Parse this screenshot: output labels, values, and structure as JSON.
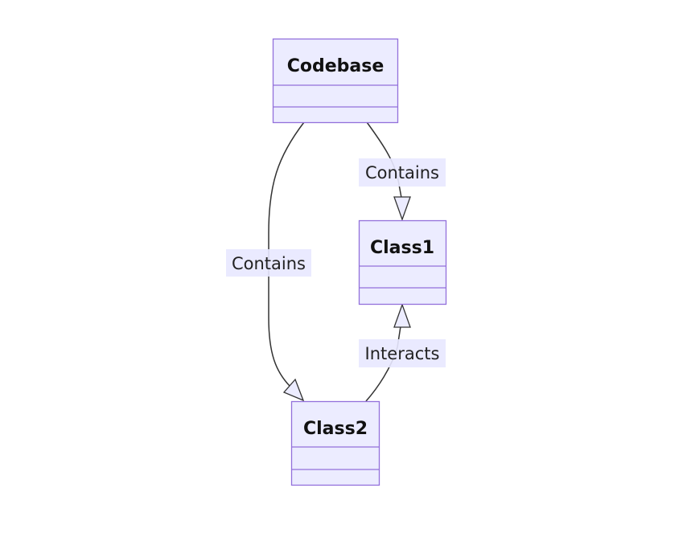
{
  "diagram": {
    "type": "class-diagram",
    "classes": [
      {
        "id": "codebase",
        "name": "Codebase",
        "attributes": [],
        "methods": []
      },
      {
        "id": "class1",
        "name": "Class1",
        "attributes": [],
        "methods": []
      },
      {
        "id": "class2",
        "name": "Class2",
        "attributes": [],
        "methods": []
      }
    ],
    "relations": [
      {
        "from": "Codebase",
        "to": "Class1",
        "label": "Contains",
        "arrow": "hollow-triangle"
      },
      {
        "from": "Codebase",
        "to": "Class2",
        "label": "Contains",
        "arrow": "hollow-triangle"
      },
      {
        "from": "Class2",
        "to": "Class1",
        "label": "Interacts",
        "arrow": "hollow-triangle"
      }
    ],
    "colors": {
      "node_fill": "#ECECFF",
      "node_stroke": "#9370DB",
      "edge_stroke": "#333333",
      "label_bg": "#E8E8FF",
      "text": "#111111"
    }
  }
}
